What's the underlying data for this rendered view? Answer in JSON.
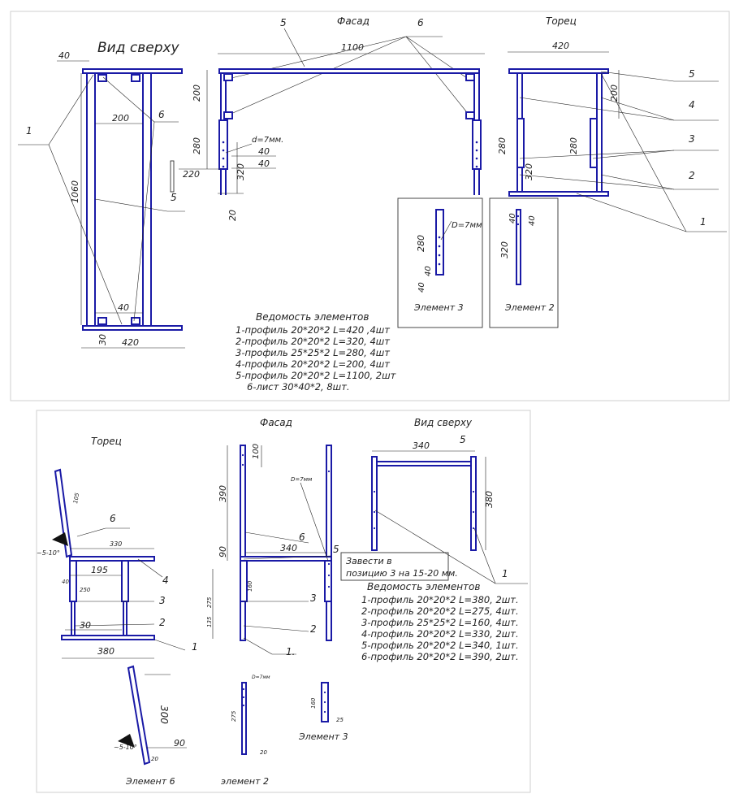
{
  "sheet1": {
    "top_view_title": "Вид сверху",
    "facade_title": "Фасад",
    "end_title": "Торец",
    "dims": {
      "d40_top": "40",
      "d200": "200",
      "d1060": "1060",
      "d40_bottom": "40",
      "d30": "30",
      "d420_bottom": "420",
      "d1100": "1100",
      "d200_v": "200",
      "d280_v": "280",
      "d320_v": "320",
      "d220": "220",
      "d20": "20",
      "d40a": "40",
      "d40b": "40",
      "d420_end": "420",
      "d200_end": "200",
      "d280_end_l": "280",
      "d280_end_r": "280",
      "d320_end": "320"
    },
    "hole_note": "d=7мм.",
    "labels": {
      "l1": "1",
      "l5a": "5",
      "l6a": "6",
      "l5b": "5",
      "l6b": "6",
      "e5": "5",
      "e4": "4",
      "e3": "3",
      "e2": "2",
      "e1": "1"
    },
    "element3": {
      "title": "Элемент 3",
      "d280": "280",
      "d40a": "40",
      "d40b": "40",
      "hole": "D=7мм"
    },
    "element2": {
      "title": "Элемент 2",
      "d40a": "40",
      "d40b": "40",
      "d320": "320"
    },
    "spec": {
      "title": "Ведомость элементов",
      "rows": [
        "1-профиль 20*20*2 L=420 ,4шт",
        "2-профиль 20*20*2 L=320, 4шт",
        "3-профиль 25*25*2 L=280, 4шт",
        "4-профиль 20*20*2 L=200, 4шт",
        "5-профиль 20*20*2 L=1100, 2шт",
        "6-лист 30*40*2,        8шт."
      ]
    }
  },
  "sheet2": {
    "end_title": "Торец",
    "facade_title": "Фасад",
    "top_view_title": "Вид сверху",
    "dims": {
      "d330": "330",
      "d195": "195",
      "d30": "30",
      "d380": "380",
      "d105": "105",
      "d250": "250",
      "d40": "40",
      "d100": "100",
      "d390": "390",
      "d90": "90",
      "d340": "340",
      "d160": "160",
      "d275": "275",
      "d135": "135",
      "d340_top": "340",
      "d380_top": "380",
      "d300": "300",
      "d90_el": "90",
      "d20_el": "20",
      "d275_el": "275",
      "d20_el2": "20",
      "d160_el": "160",
      "d25_el": "25"
    },
    "angle": "~5-10°",
    "labels": {
      "l6": "6",
      "l4": "4",
      "l3": "3",
      "l2": "2",
      "l1": "1",
      "f6": "6",
      "f5": "5",
      "f3": "3",
      "f2": "2",
      "f1": "1.",
      "t5": "5",
      "t1": "1"
    },
    "note_line1": "Завести в",
    "note_line2": "позицию 3 на 15-20 мм.",
    "hole_note": "D=7мм",
    "spec": {
      "title": "Ведомость элементов",
      "rows": [
        "1-профиль 20*20*2 L=380, 2шт.",
        "2-профиль 20*20*2 L=275, 4шт.",
        "3-профиль 25*25*2 L=160, 4шт.",
        "4-профиль 20*20*2 L=330, 2шт.",
        "5-профиль 20*20*2 L=340, 1шт.",
        "6-профиль 20*20*2 L=390, 2шт."
      ]
    },
    "el6_title": "Элемент 6",
    "el2_title": "элемент 2",
    "el3_title": "Элемент 3"
  }
}
